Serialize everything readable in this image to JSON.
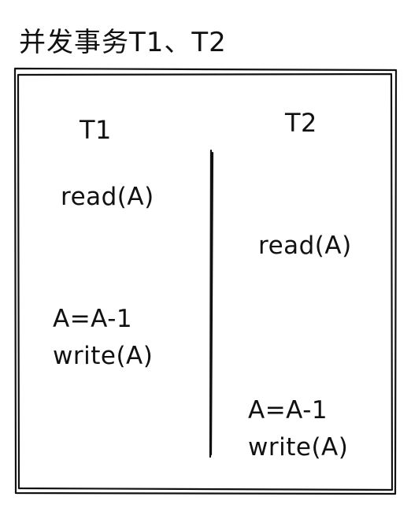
{
  "title": "并发事务T1、T2",
  "columns": [
    {
      "header": "T1",
      "operations": [
        "read(A)",
        "A=A-1",
        "write(A)"
      ]
    },
    {
      "header": "T2",
      "operations": [
        "read(A)",
        "A=A-1",
        "write(A)"
      ]
    }
  ]
}
